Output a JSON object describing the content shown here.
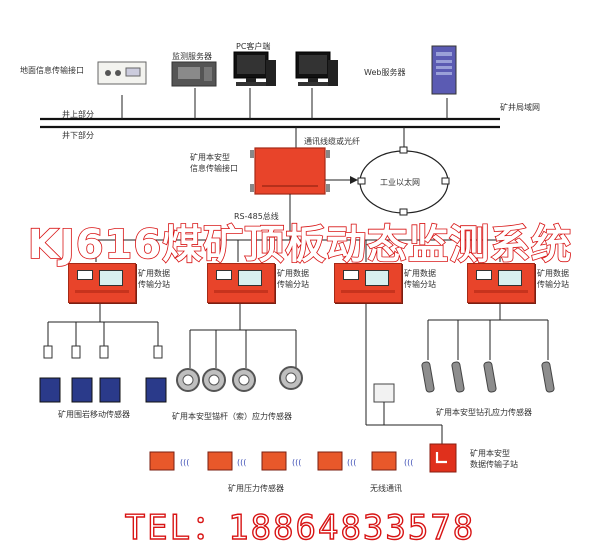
{
  "labels": {
    "ground_interface": "地面信息传输接口",
    "monitor_server": "监测服务器",
    "pc_client": "PC客户端",
    "web_server": "Web服务器",
    "mine_lan": "矿井局域网",
    "above_ground": "井上部分",
    "below_ground": "井下部分",
    "fiber": "通讯线缆或光纤",
    "intrinsic_interface": "矿用本安型\n信息传输接口",
    "ethernet": "工业以太网",
    "rs485": "RS-485总线",
    "substation": "矿用数据\n传输分站",
    "roof_sensor": "矿用围岩移动传感器",
    "anchor_sensor": "矿用本安型锚杆（索）应力传感器",
    "drill_sensor": "矿用本安型钻孔应力传感器",
    "pressure_sensor": "矿用压力传感器",
    "wireless": "无线通讯",
    "wireless_sub": "矿用本安型\n数据传输子站"
  },
  "title": "KJ616煤矿顶板动态监测系统",
  "tel": "TEL：18864833578",
  "colors": {
    "accent": "#d81414",
    "device": "#e8442a",
    "line": "#222222"
  }
}
